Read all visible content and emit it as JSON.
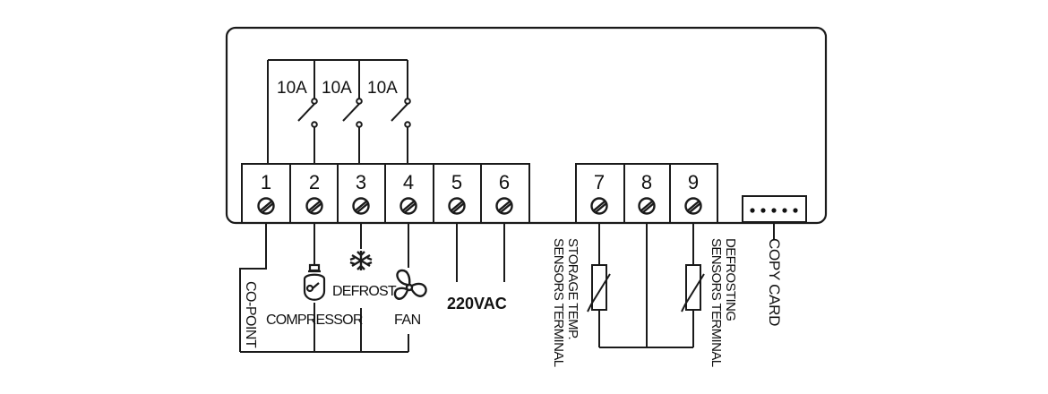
{
  "ratings": [
    "10A",
    "10A",
    "10A"
  ],
  "left_block": {
    "terminals": [
      "1",
      "2",
      "3",
      "4",
      "5",
      "6"
    ]
  },
  "right_block": {
    "terminals": [
      "7",
      "8",
      "9"
    ]
  },
  "labels": {
    "co_point": "CO-POINT",
    "compressor": "COMPRESSOR",
    "defrost": "DEFROST",
    "fan": "FAN",
    "power": "220VAC",
    "storage_line1": "STORAGE TEMP.",
    "storage_line2": "SENSORS TERMINAL",
    "defrosting_line1": "DEFROSTING",
    "defrosting_line2": "SENSORS TERMINAL",
    "copy_card": "COPY CARD"
  },
  "icons": {
    "compressor": "compressor-icon",
    "defrost": "snowflake-icon",
    "fan": "fan-icon",
    "sensor": "thermistor-symbol",
    "screw": "screw-terminal-icon"
  },
  "copy_card_pins": 5
}
